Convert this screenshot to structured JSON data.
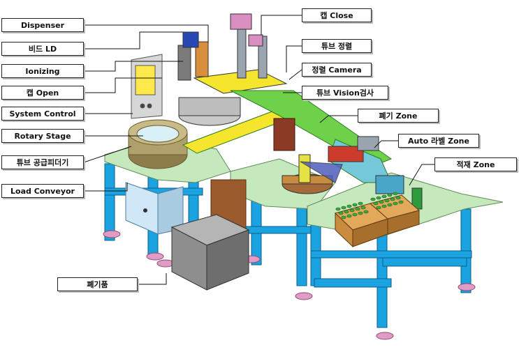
{
  "callouts": {
    "dispenser": "Dispenser",
    "bead_ld": "비드 LD",
    "ionizing": "Ionizing",
    "cap_open": "캡 Open",
    "system_control": "System Control",
    "rotary_stage": "Rotary Stage",
    "tube_feeder": "튜브 공급피더기",
    "load_conveyor": "Load Conveyor",
    "cap_close": "캡 Close",
    "tube_align": "튜브 정렬",
    "align_camera": "정렬 Camera",
    "tube_vision": "튜브 Vision검사",
    "waste_zone": "폐기 Zone",
    "auto_label_zone": "Auto 라벨 Zone",
    "stack_zone": "적재 Zone",
    "waste_item": "폐기품"
  },
  "colors": {
    "frame": "#1aa3e0",
    "table": "#c6e8bd",
    "feeder": "#b0a06d",
    "yellow": "#f5e52c",
    "green_rail": "#6fd14a",
    "crate": "#c98b3e",
    "tubes": "#3ea83a",
    "waste_bin": "#8e8e8e",
    "cabinet": "#cfe7f6",
    "pink_foot": "#e19bc4"
  }
}
